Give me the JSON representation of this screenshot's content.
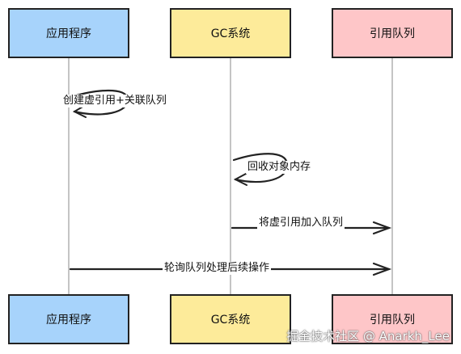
{
  "participants": {
    "app": "应用程序",
    "gc": "GC系统",
    "ref_queue": "引用队列"
  },
  "messages": {
    "create": "创建虚引用+关联队列",
    "reclaim": "回收对象内存",
    "enqueue": "将虚引用加入队列",
    "poll": "轮询队列处理后续操作"
  },
  "watermark": "掘金技术社区 @ Anarkh_Lee",
  "colors": {
    "app": "#a7d3fb",
    "gc": "#fdeb9a",
    "ref_queue": "#fec6c8"
  }
}
